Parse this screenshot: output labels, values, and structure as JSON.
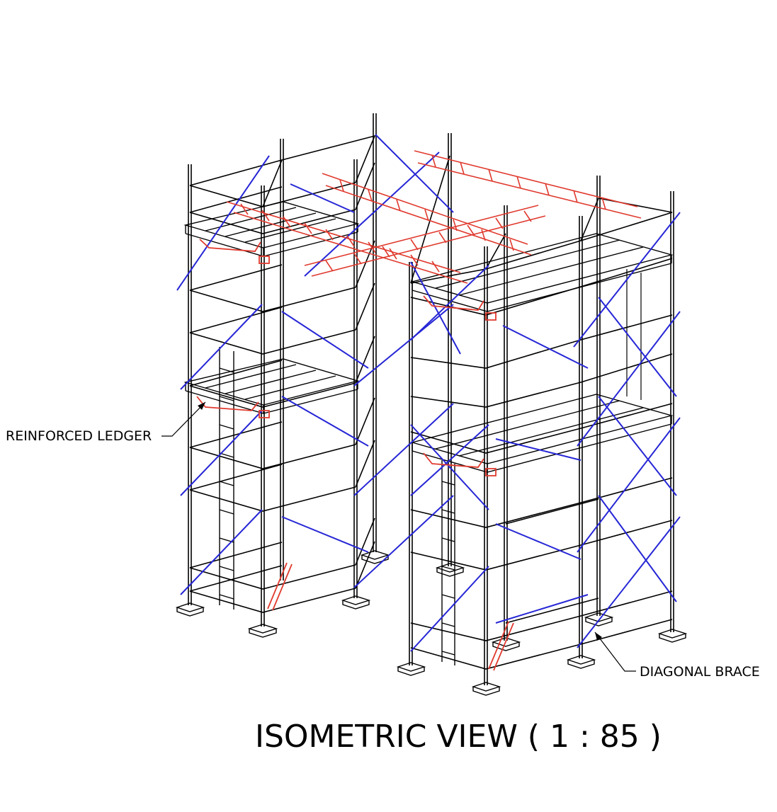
{
  "title": "ISOMETRIC VIEW ( 1 : 85 )",
  "callouts": {
    "reinforced_ledger": "REINFORCED LEDGER",
    "diagonal_brace": "DIAGONAL BRACE"
  },
  "colors": {
    "frame": "#000000",
    "brace": "#2626d6",
    "ledger": "#e03a2e",
    "background": "#ffffff"
  }
}
